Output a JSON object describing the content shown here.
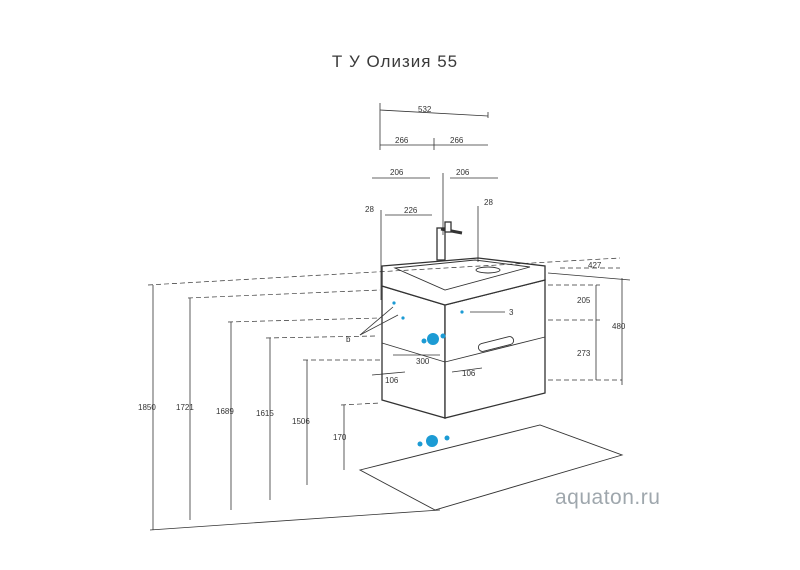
{
  "title": "Т У Олизия 55",
  "watermark": "aquaton.ru",
  "dimensions": {
    "top_width": "532",
    "half_left": "266",
    "half_right": "266",
    "offset_left": "206",
    "offset_right": "206",
    "inner_width": "226",
    "edge_left": "28",
    "edge_right": "28",
    "depth": "427",
    "drawer_height": "205",
    "total_height": "480",
    "lower_height": "273",
    "h1850": "1850",
    "h1721": "1721",
    "h1689": "1689",
    "h1615": "1615",
    "h1506": "1506",
    "h170": "170",
    "w300": "300",
    "l106": "106",
    "r106": "106",
    "label_b": "b",
    "label_3": "3"
  },
  "colors": {
    "accent": "#1c9bd4",
    "line": "#333333",
    "watermark": "#9fa7ad"
  }
}
